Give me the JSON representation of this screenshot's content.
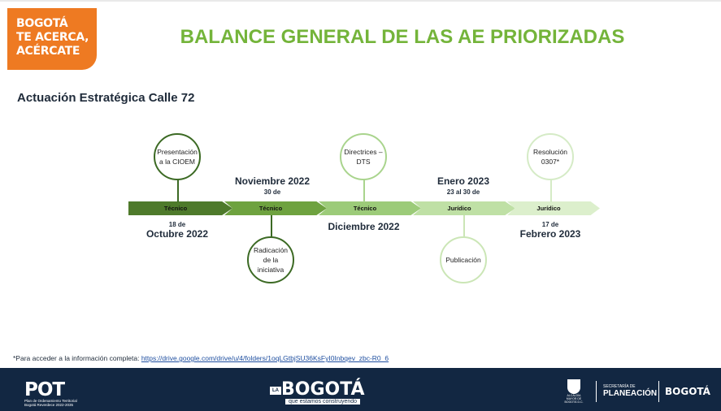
{
  "badge": {
    "line1": "BOGOTÁ",
    "line2": "TE ACERCA,",
    "line3": "ACÉRCATE"
  },
  "title": "BALANCE GENERAL DE LAS AE PRIORIZADAS",
  "subtitle": "Actuación Estratégica Calle 72",
  "timeline": {
    "stages": [
      {
        "label": "Técnico",
        "color": "#4e7a2b"
      },
      {
        "label": "Técnico",
        "color": "#6ea23f"
      },
      {
        "label": "Técnico",
        "color": "#9ccb79"
      },
      {
        "label": "Jurídico",
        "color": "#bfe0a5"
      },
      {
        "label": "Jurídico",
        "color": "#dcefcc"
      }
    ],
    "milestones_top": [
      {
        "text": "Presentación a la CIOEM",
        "border": "#3c6a24"
      },
      {
        "text": "Directrices – DTS",
        "border": "#a9d48d"
      },
      {
        "text": "Resolución 0307*",
        "border": "#d5ebc6"
      }
    ],
    "milestones_bottom": [
      {
        "text": "Radicación de la iniciativa",
        "border": "#3c6a24"
      },
      {
        "text": "Publicación",
        "border": "#cbe6b6"
      }
    ],
    "dates": [
      {
        "day": "18 de",
        "month": "Octubre 2022"
      },
      {
        "day": "30 de",
        "month": "Noviembre 2022"
      },
      {
        "day": "",
        "month": "Diciembre 2022"
      },
      {
        "day": "23 al 30 de",
        "month": "Enero 2023"
      },
      {
        "day": "17 de",
        "month": "Febrero 2023"
      }
    ]
  },
  "footnote": {
    "prefix": "*Para acceder a la información completa: ",
    "link": "https://drive.google.com/drive/u/4/folders/1oqLGtbjSU36KsFyI0Inbqev_zbc-R0_6"
  },
  "footer": {
    "pot_logo": "POT",
    "pot_sub1": "Plan de Ordenamiento Territorial",
    "pot_sub2": "Bogotá Reverdece 2022-2035",
    "lab_prefix": "LA",
    "lab_name": "BOGOTÁ",
    "lab_tag": "que estamos construyendo",
    "alcaldia": "ALCALDÍA MAYOR DE BOGOTÁ D.C.",
    "sdp_line1": "SECRETARÍA DE",
    "sdp_line2": "PLANEACIÓN",
    "bogota": "BOGOTÁ"
  }
}
